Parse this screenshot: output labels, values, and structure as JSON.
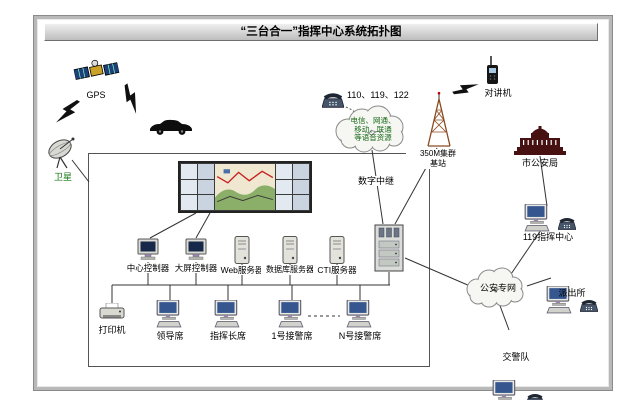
{
  "title": "“三台合一”指挥中心系统拓扑图",
  "external": {
    "gps": "GPS",
    "satellite": "卫星",
    "hotlines": "110、119、122",
    "voice_cloud": [
      "电信、网通、",
      "移动、联通",
      "等语音资源"
    ],
    "digital_trunk": "数字中继",
    "base_station": [
      "350M集群",
      "基站"
    ],
    "walkie_talkie": "对讲机",
    "city_psb": "市公安局",
    "center_119": "119指挥中心",
    "police_net": "公安专网",
    "police_station": "派出所",
    "traffic_police": "交警队"
  },
  "center": {
    "center_controller": "中心控制器",
    "screen_controller": "大屏控制器",
    "web_server": "Web服务器",
    "db_server": "数据库服务器",
    "cti_server": "CTI服务器",
    "printer": "打印机",
    "leader_seat": "领导席",
    "commander_seat": "指挥长席",
    "seat1": "1号接警席",
    "seatN": "N号接警席"
  }
}
